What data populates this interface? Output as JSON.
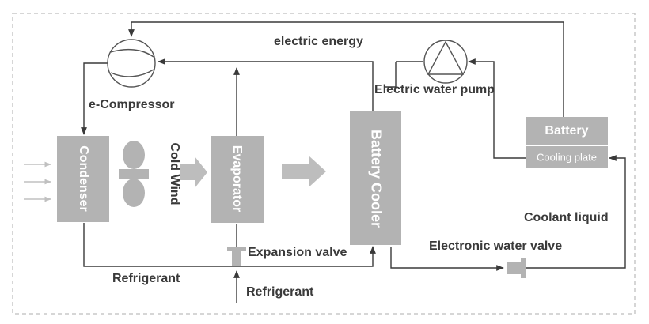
{
  "labels": {
    "electric_energy": "electric energy",
    "compressor": "e-Compressor",
    "water_pump": "Electric water pump",
    "cold_wind": "Cold Wind",
    "condenser": "Condenser",
    "evaporator": "Evaporator",
    "battery_cooler": "Battery Cooler",
    "battery": "Battery",
    "cooling_plate": "Cooling plate",
    "coolant_liquid": "Coolant liquid",
    "electronic_water_valve": "Electronic water valve",
    "expansion_valve": "Expansion valve",
    "refrigerant_bottom_left": "Refrigerant",
    "refrigerant_bottom_center": "Refrigerant"
  },
  "colors": {
    "box_fill": "#b3b3b3",
    "line": "#3a3a3a",
    "arrow_fill": "#bdbdbd",
    "border_dashed": "#c8c8c8",
    "text": "#3a3a3a"
  }
}
